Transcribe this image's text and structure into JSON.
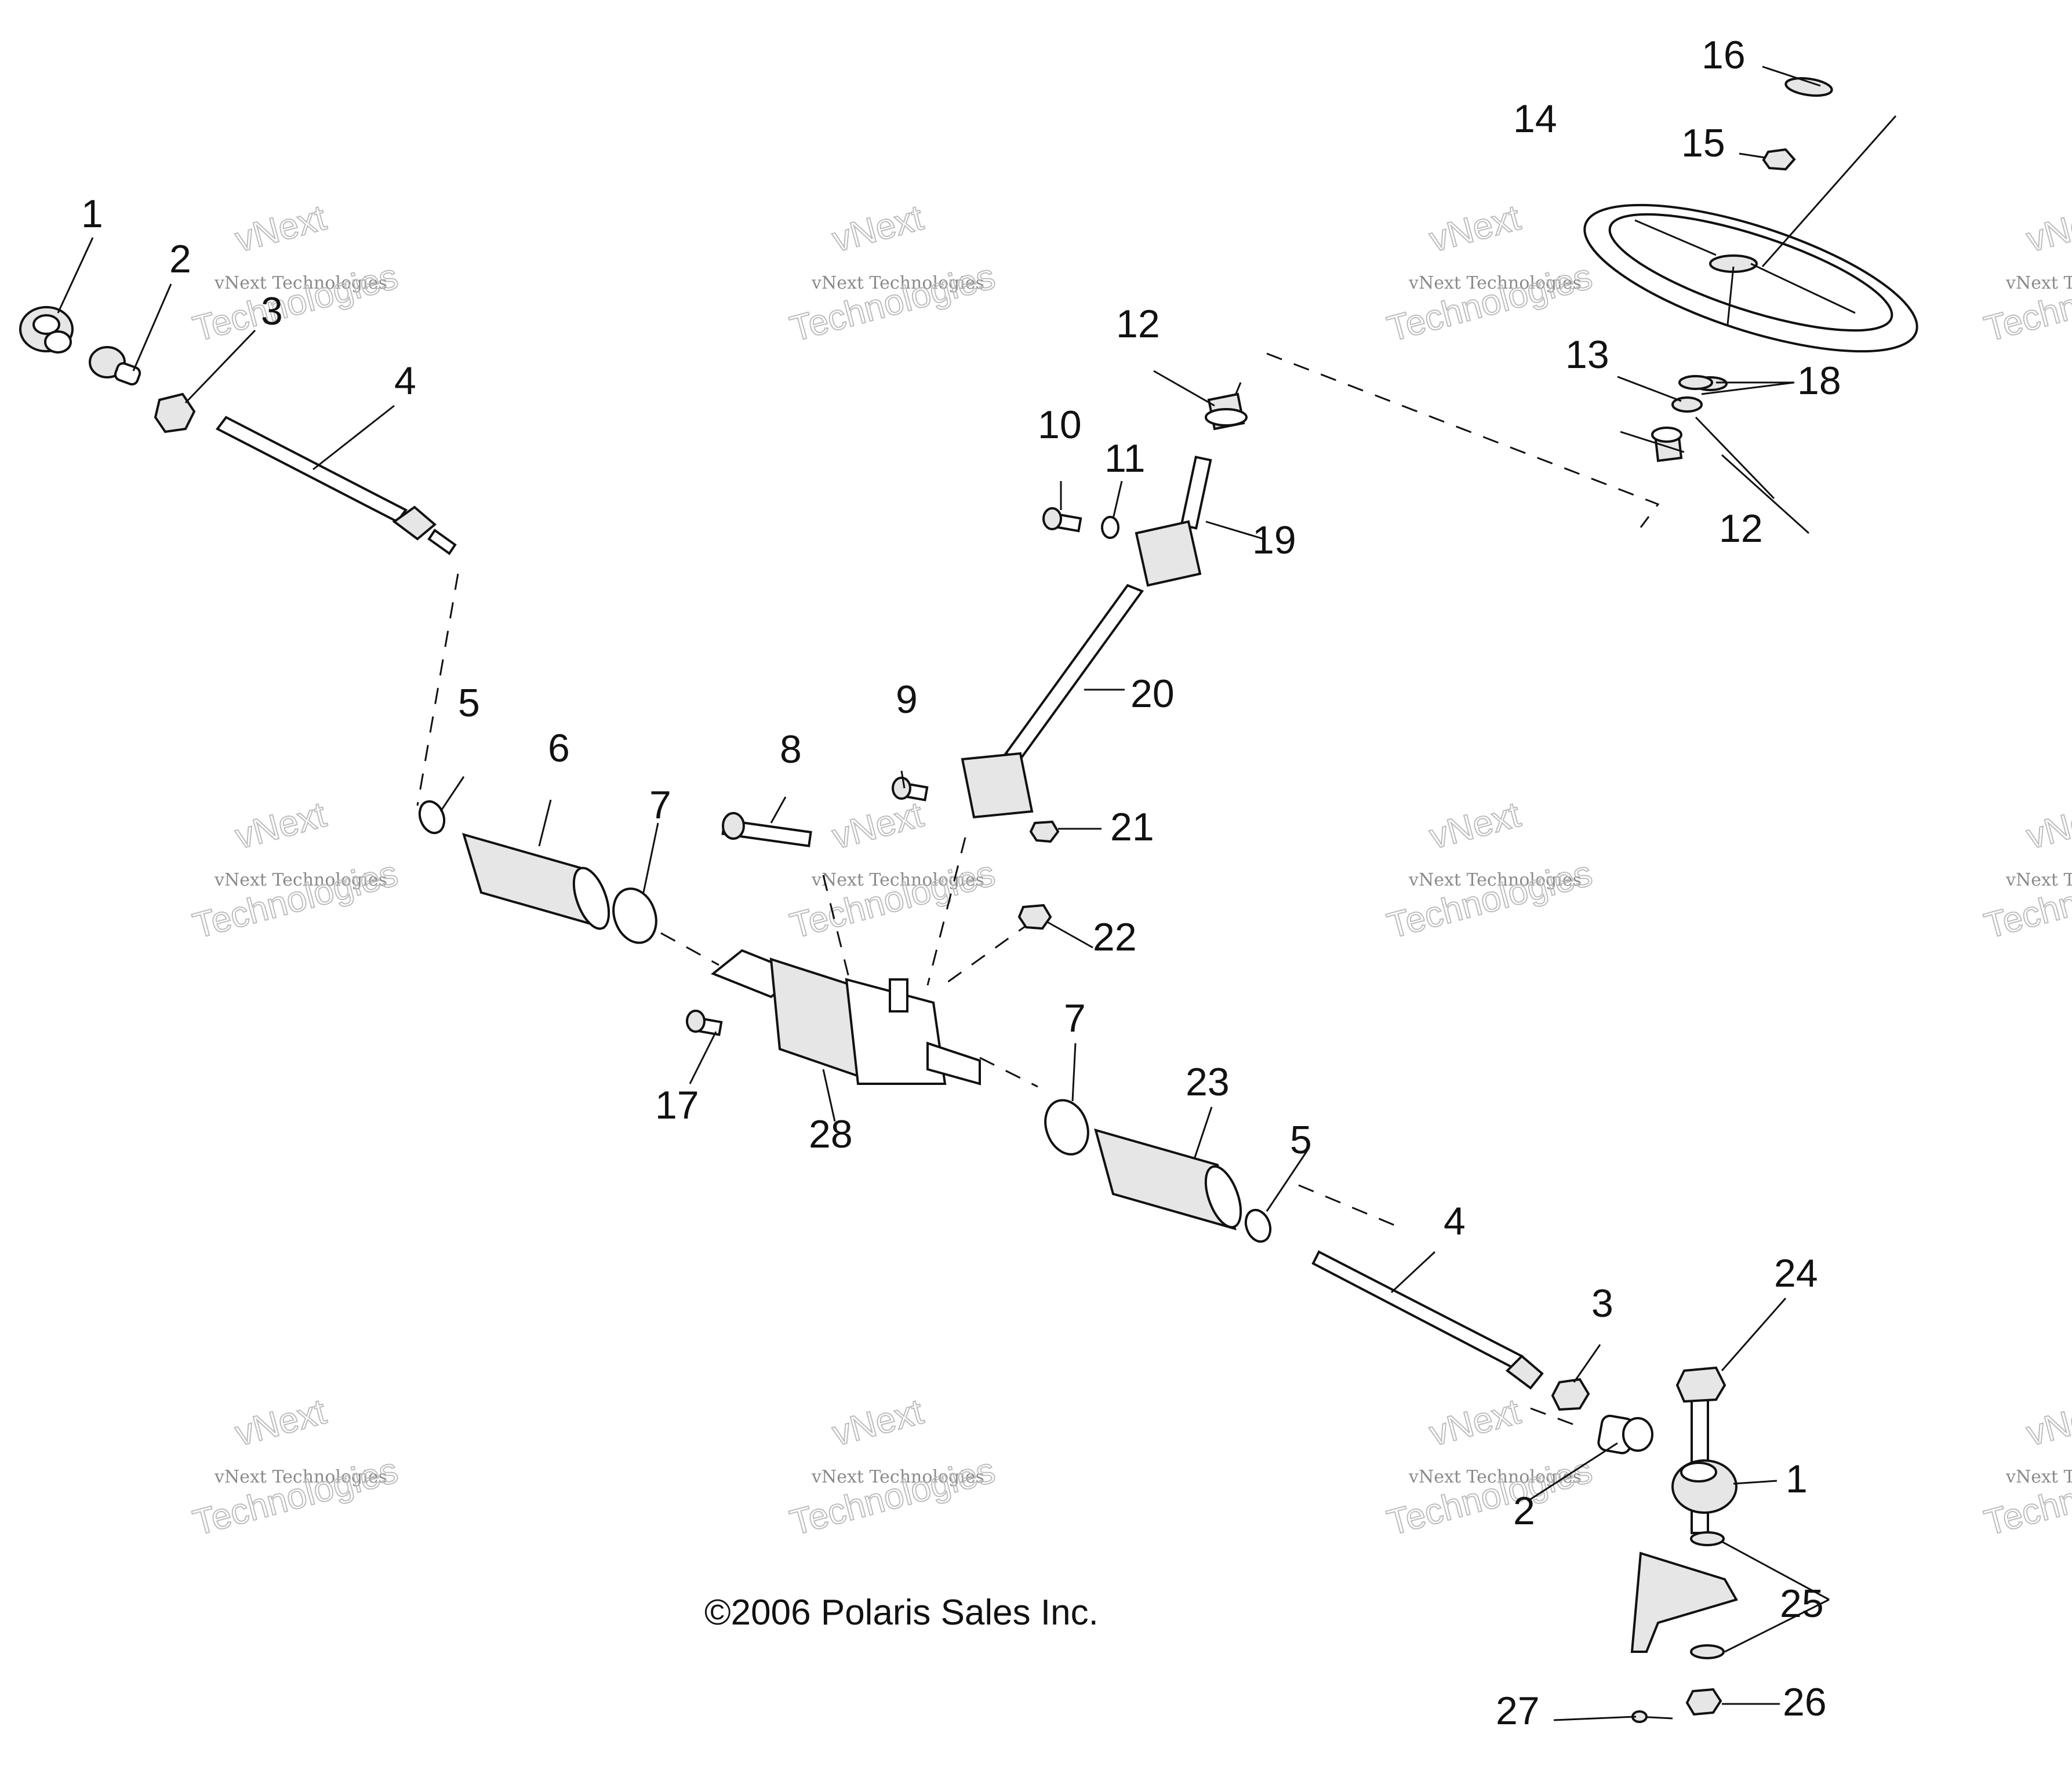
{
  "copyright": "©2006 Polaris Sales Inc.",
  "watermark": {
    "line1": "vNext Technologies",
    "line2": "vNext",
    "line3": "Technologies"
  },
  "labels": {
    "l1a": "1",
    "l1b": "1",
    "l2a": "2",
    "l2b": "2",
    "l3a": "3",
    "l3b": "3",
    "l4a": "4",
    "l4b": "4",
    "l5a": "5",
    "l5b": "5",
    "l6": "6",
    "l7a": "7",
    "l7b": "7",
    "l8": "8",
    "l9": "9",
    "l10": "10",
    "l11": "11",
    "l12a": "12",
    "l12b": "12",
    "l13": "13",
    "l14": "14",
    "l15": "15",
    "l16": "16",
    "l17": "17",
    "l18": "18",
    "l19": "19",
    "l20": "20",
    "l21": "21",
    "l22": "22",
    "l23": "23",
    "l24": "24",
    "l25": "25",
    "l26": "26",
    "l27": "27",
    "l28": "28"
  }
}
